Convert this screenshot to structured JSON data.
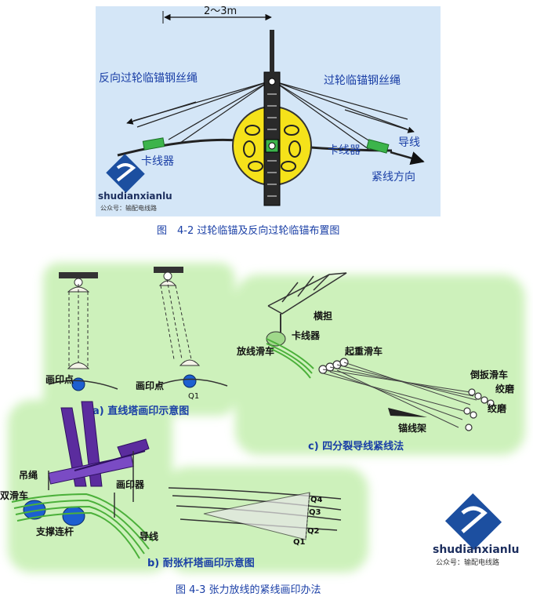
{
  "figure1": {
    "caption": "图　4-2 过轮临锚及反向过轮临锚布置图",
    "dimension": "2～3m",
    "left_rope": "反向过轮临锚钢丝绳",
    "right_rope": "过轮临锚钢丝绳",
    "left_clamp": "卡线器",
    "right_clamp": "卡线器",
    "conductor": "导线",
    "tension_direction": "紧线方向"
  },
  "figure2": {
    "caption": "图 4-3 张力放线的紧线画印办法",
    "panel_a": {
      "title": "a) 直线塔画印示意图",
      "mark_point_1": "画印点",
      "mark_point_2": "画印点",
      "q1": "Q1"
    },
    "panel_b": {
      "title": "b) 耐张杆塔画印示意图",
      "hanging_rope": "吊绳",
      "double_pulley": "双滑车",
      "marker": "画印器",
      "support_rod": "支撑连杆",
      "conductor": "导线",
      "q_labels": [
        "Q4",
        "Q3",
        "Q2",
        "Q1"
      ]
    },
    "panel_c": {
      "title": "c) 四分裂导线紧线法",
      "crossarm": "横担",
      "clamp": "卡线器",
      "stringing_pulley": "放线滑车",
      "lifting_pulley": "起重滑车",
      "turning_pulley": "倒扳滑车",
      "winch_1": "绞磨",
      "winch_2": "绞磨",
      "anchor_frame": "锚线架"
    }
  },
  "watermark": {
    "brand": "shudianxianlu",
    "subtitle": "公众号：输配电线路"
  },
  "colors": {
    "label_blue": "#1a3fa6",
    "drum_yellow": "#f5e21a",
    "clamp_green": "#3cb44b",
    "glow_green": "#c8f0b4",
    "logo_blue": "#1c4fa0"
  }
}
